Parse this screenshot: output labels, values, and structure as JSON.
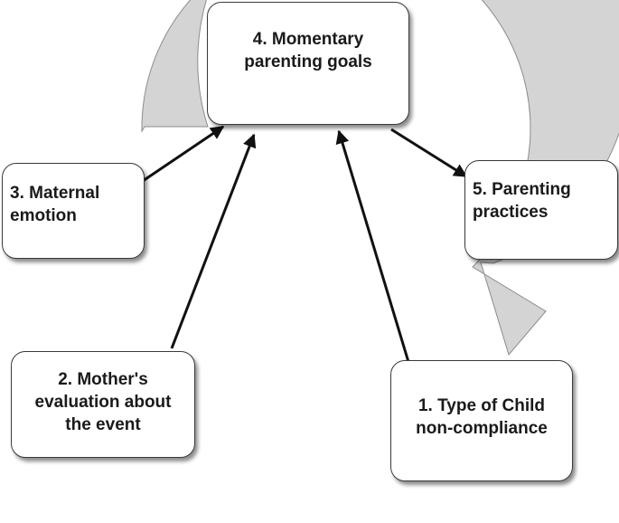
{
  "diagram": {
    "nodes": [
      {
        "id": "4",
        "label": "4. Momentary\nparenting goals"
      },
      {
        "id": "5",
        "label": "5. Parenting\npractices"
      },
      {
        "id": "3",
        "label": "3. Maternal\nemotion"
      },
      {
        "id": "2",
        "label": "2. Mother's\nevaluation about\nthe event"
      },
      {
        "id": "1",
        "label": "1. Type of Child\nnon-compliance"
      }
    ],
    "edges": [
      {
        "from": "1",
        "to": "4"
      },
      {
        "from": "2",
        "to": "4"
      },
      {
        "from": "3",
        "to": "4"
      },
      {
        "from": "4",
        "to": "5"
      }
    ],
    "cycle_direction": "clockwise",
    "colors": {
      "ring_fill": "#d4d4d4",
      "ring_stroke": "#8c8c8c",
      "box_border": "#3a3a3a",
      "arrow": "#111111",
      "text": "#1a1a1a"
    }
  }
}
